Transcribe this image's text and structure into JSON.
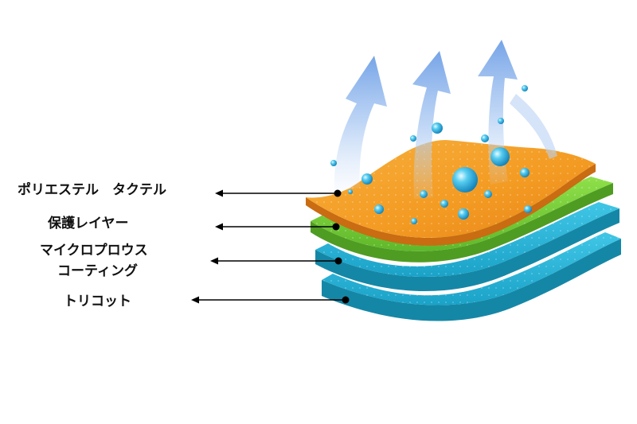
{
  "layers": [
    {
      "id": "polyester",
      "label_lines": [
        "ポリエステル　タクテル"
      ]
    },
    {
      "id": "protective",
      "label_lines": [
        "保護レイヤー"
      ]
    },
    {
      "id": "microporous",
      "label_lines": [
        "マイクロプロウス",
        "コーティング"
      ]
    },
    {
      "id": "tricot",
      "label_lines": [
        "トリコット"
      ]
    }
  ],
  "colors": {
    "orange": "#f39a22",
    "green": "#7fd33a",
    "cyan": "#27b6d9",
    "cyan_dark": "#1587a6",
    "arrow": "#8db8ee",
    "pointer": "#000000"
  },
  "icons": {
    "vapor": "up-arrow-icon",
    "water": "water-drop-icon"
  }
}
